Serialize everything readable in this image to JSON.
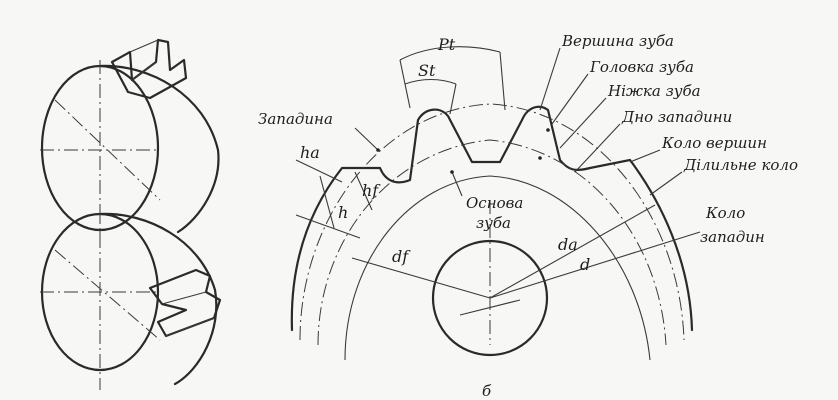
{
  "labels": {
    "pitch": "Pt",
    "tooth_thickness": "St",
    "tooth_top": "Вершина зуба",
    "tooth_head": "Головка зуба",
    "tooth_foot": "Ніжка зуба",
    "gap_bottom": "Дно западини",
    "tip_circle": "Коло вершин",
    "pitch_circle": "Ділильне коло",
    "root_circle_line1": "Коло",
    "root_circle_line2": "западин",
    "gap": "Западина",
    "ha": "ha",
    "hf": "hf",
    "h": "h",
    "base_line1": "Основа",
    "base_line2": "зуба",
    "df": "df",
    "da": "da",
    "d": "d",
    "figure_mark": "б"
  }
}
